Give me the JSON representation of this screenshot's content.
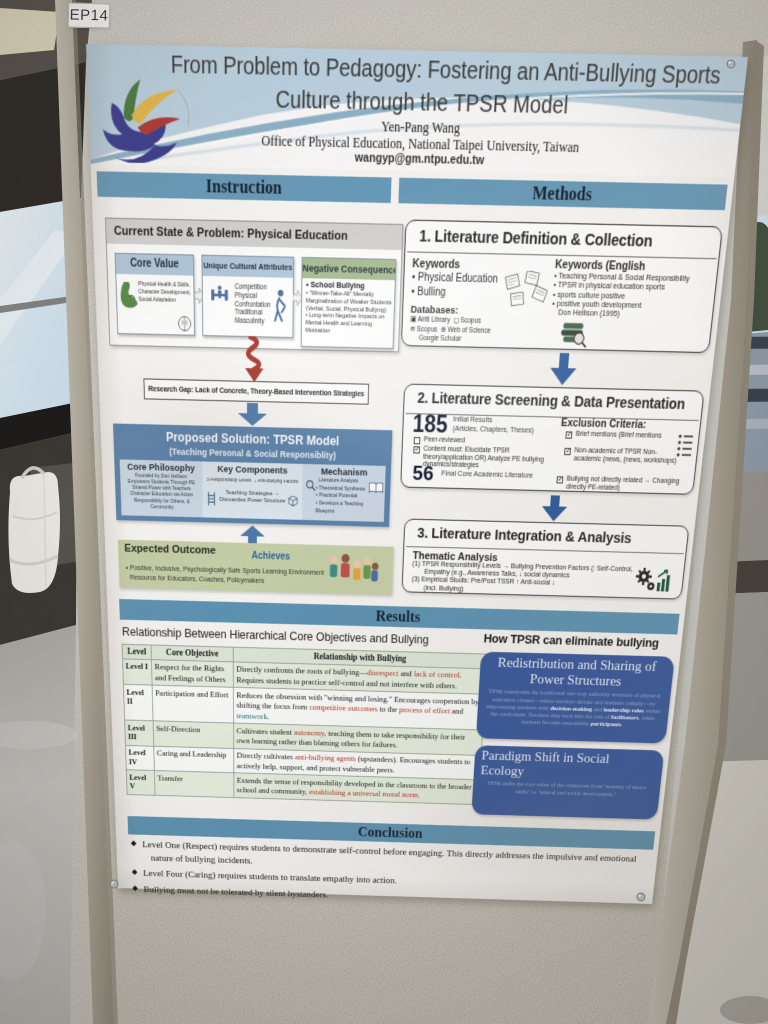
{
  "scene": {
    "board_label": "EP14"
  },
  "poster": {
    "header": {
      "title_line1": "From Problem to Pedagogy: Fostering an Anti-Bullying Sports",
      "title_line2": "Culture through the TPSR Model",
      "author": "Yen-Pang Wang",
      "affiliation": "Office of Physical Education, National Taipei University, Taiwan",
      "email": "wangyp@gm.ntpu.edu.tw"
    },
    "section_bars": {
      "instruction": "Instruction",
      "methods": "Methods",
      "results": "Results",
      "conclusion": "Conclusion"
    },
    "instruction": {
      "current_state": {
        "title": "Current State & Problem: Physical Education",
        "core_value": {
          "title": "Core Value",
          "lines": [
            "Physical Health & Skills,",
            "Character Development,",
            "Social Adaptation"
          ]
        },
        "cultural_attributes": {
          "title": "Unique Cultural Attributes",
          "lines": [
            "Competition",
            "Physical",
            "Confrontation",
            "Traditional Masculinity"
          ]
        },
        "negative_consequence": {
          "title": "Negative Consequence",
          "bullet1": "School Bullying",
          "bullet2": "\"Winner-Take-All\" Mentalty Marginalization of Weaker Students (Verbal, Social, Physical Bullying)",
          "bullet3": "Long-term Negative Impacts on Mental Health and Learning Motivation"
        }
      },
      "research_gap": "Research Gap: Lack of Concrete, Theory-Based Intervention Strategies",
      "proposed": {
        "title": "Proposed Solution: TPSR Model",
        "subtitle": "(Teaching Personal & Social Responsiblity)",
        "core_philosophy": {
          "title": "Core Philosophy",
          "lines": [
            "Founded by Don Hellison",
            "Empowers Students Through PE",
            "Shared Power with Teachers",
            "Character Education via Action",
            "Responsibility for Others, & Community"
          ]
        },
        "key_components": {
          "title": "Key Components",
          "item1": "5 Responsibility Levels → Anti-Bullying Factors",
          "item2": "Teaching Strategies → Dismantles Power Structure"
        },
        "mechanism": {
          "title": "Mechanism",
          "lines": [
            "Literature Analysis",
            "Theoretical Synthesis",
            "Practical Potential",
            "Develops a Teaching Blueprint"
          ]
        }
      },
      "expected_outcome": {
        "title": "Expected Outcome",
        "achieves": "Achieves",
        "line1": "Positive, Inclusive, Psychologically Safe Sports Learning Environment",
        "line2": "Resource for Educators, Coaches, Policymakers"
      }
    },
    "methods": {
      "box1": {
        "title": "1. Literature Definition & Collection",
        "keywords_label": "Keywords",
        "keywords": [
          "Physical Education",
          "Bulling"
        ],
        "keywords_en_label": "Keywords (English",
        "keywords_en": [
          "Teaching Personal & Social Responsibility",
          "TPSR in physical education sports",
          "sports culture positive",
          "positive youth development"
        ],
        "keywords_en_note": "Don Hellison (1995)",
        "databases_label": "Databases:",
        "db1": "Airiti Library",
        "db2": "Scopus",
        "db3": "Scopus",
        "db4": "Web of Science",
        "db5": "Google Scholar"
      },
      "box2": {
        "title": "2. Literature Screening & Data Presentation",
        "stat1_value": "185",
        "stat1_line1": "Initial Results",
        "stat1_line2": "(Articles, Chapters, Theses)",
        "check1": "Peer-reviewed",
        "check2": "Content must: Elucidate TPSR theory/application OR) Analyze PE bullying dynamics/strategies",
        "stat2_value": "56",
        "stat2_label": "Final Core Academic Literature",
        "exclusion_label": "Exclusion Criteria:",
        "excl1": "Brief mentions (Brief mentions",
        "excl2": "Non-academic of TPSR Non-academic (news, (news, workshops)",
        "excl3": "Bullying not directly related → Changing directly PE-related)"
      },
      "box3": {
        "title": "3. Literature Integration & Analysis",
        "thematic": "Thematic Analysis",
        "line1": "(1) TPSR Responsibility Levels  →  Bullying Prevention Factors (: Self-Control,",
        "line1b": "Empathy (e.g., Awareness Talks, ↓ social dynamics",
        "line2": "(3) Empirical Studis: Pre/Post TSSR  ↑  Anti-social ↓",
        "line2b": "(incl. Bullying)"
      }
    },
    "results": {
      "table_title": "Relationship Between Hierarchical Core Objectives and Bullying",
      "headers": {
        "level": "Level",
        "objective": "Core Objective",
        "relationship": "Relationship with Bullying"
      },
      "rows": [
        {
          "level": "Level I",
          "objective": "Respect for the Rights and Feelings of Others",
          "relationship": [
            {
              "t": "Directly confronts the roots of bullying—"
            },
            {
              "t": "disrespect",
              "c": "red"
            },
            {
              "t": " and "
            },
            {
              "t": "lack of control",
              "c": "red"
            },
            {
              "t": ". Requires students to practice self-control and not interfere with others."
            }
          ]
        },
        {
          "level": "Level II",
          "objective": "Participation and Effort",
          "relationship": [
            {
              "t": "Reduces the obsession with \"winning and losing.\" Encourages cooperation by shifting the focus from "
            },
            {
              "t": "competitive outcomes",
              "c": "red"
            },
            {
              "t": " to the "
            },
            {
              "t": "process of effort",
              "c": "red"
            },
            {
              "t": " and "
            },
            {
              "t": "teamwork",
              "c": "teal"
            },
            {
              "t": "."
            }
          ]
        },
        {
          "level": "Level III",
          "objective": "Self-Direction",
          "relationship": [
            {
              "t": "Cultivates student "
            },
            {
              "t": "autonomy",
              "c": "red"
            },
            {
              "t": ", teaching them to take responsibility for their own learning rather than blaming others for failures."
            }
          ]
        },
        {
          "level": "Level IV",
          "objective": "Caring and Leadership",
          "relationship": [
            {
              "t": "Directly cultivates "
            },
            {
              "t": "anti-bullying agents",
              "c": "red"
            },
            {
              "t": " (upstanders). Encourages students to actively help, support, and protect vulnerable peers."
            }
          ]
        },
        {
          "level": "Level V",
          "objective": "Transfer",
          "relationship": [
            {
              "t": "Extends the sense of responsibility developed in the classroom to the broader school and community, "
            },
            {
              "t": "establishing a universal moral norm.",
              "c": "red"
            }
          ]
        }
      ],
      "panel": {
        "heading": "How TPSR can eliminate bullying",
        "box1_heading": "Redistribution and Sharing of Power Structures",
        "box1_body": [
          {
            "t": "TPSR transforms the traditional one-way authority structure of physical education classes—where teachers dictate and students comply—by empowering students with "
          },
          {
            "t": "decision-making",
            "c": "w"
          },
          {
            "t": " and "
          },
          {
            "t": "leadership roles",
            "c": "w"
          },
          {
            "t": " within the curriculum. Teachers step back into the role of "
          },
          {
            "t": "facilitators",
            "c": "w"
          },
          {
            "t": ", while students become responsible "
          },
          {
            "t": "participants",
            "c": "w"
          },
          {
            "t": "."
          }
        ],
        "box2_heading": "Paradigm Shift in Social Ecology",
        "box2_body": [
          {
            "t": "TPSR shifts the core value of the classroom from \"mastery of motor skills\" to \"ethical and social development.\""
          }
        ]
      }
    },
    "conclusion": {
      "bullet1a": "Level One (Respect) requires students to demonstrate self-control before engaging. This directly addresses the impulsive and emotional",
      "bullet1b": "nature of bullying incidents.",
      "bullet2": "Level Four (Caring) requires students to translate empathy into action.",
      "bullet3": "Bullying must not be tolerated by silent bystanders."
    }
  },
  "colors": {
    "section_bar": "#689bb9",
    "proposed_box": "#5c83ac",
    "expected_box": "#c7d0a9",
    "blue_box": "#37589d",
    "accent_red": "#b0301f",
    "accent_teal": "#1f6f7d"
  }
}
